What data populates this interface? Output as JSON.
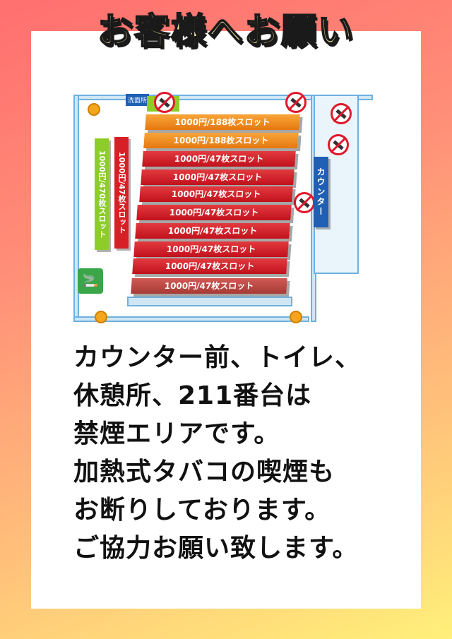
{
  "title": "お客様へお願い",
  "map": {
    "washroom_label": "洗面所",
    "counter_label": "カウンター",
    "green_bar_label": "1000円/470枚スロット",
    "red_bar_label": "1000円/47枚スロット",
    "rows": [
      {
        "label": "1000円/188枚スロット",
        "color": "#e6780f"
      },
      {
        "label": "1000円/188枚スロット",
        "color": "#e6780f"
      },
      {
        "label": "1000円/47枚スロット",
        "color": "#c1121c"
      },
      {
        "label": "1000円/47枚スロット",
        "color": "#c1121c"
      },
      {
        "label": "1000円/47枚スロット",
        "color": "#c1121c"
      },
      {
        "label": "1000円/47枚スロット",
        "color": "#c1121c"
      },
      {
        "label": "1000円/47枚スロット",
        "color": "#c1121c"
      },
      {
        "label": "1000円/47枚スロット",
        "color": "#c1121c"
      },
      {
        "label": "1000円/47枚スロット",
        "color": "#c1121c"
      },
      {
        "label": "1000円/47枚スロット",
        "color": "#a83a35"
      }
    ]
  },
  "message": {
    "lines": [
      "カウンター前、トイレ、",
      "休憩所、211番台は",
      "禁煙エリアです。",
      "加熱式タバコの喫煙も",
      "お断りしております。",
      "ご協力お願い致します。"
    ]
  }
}
